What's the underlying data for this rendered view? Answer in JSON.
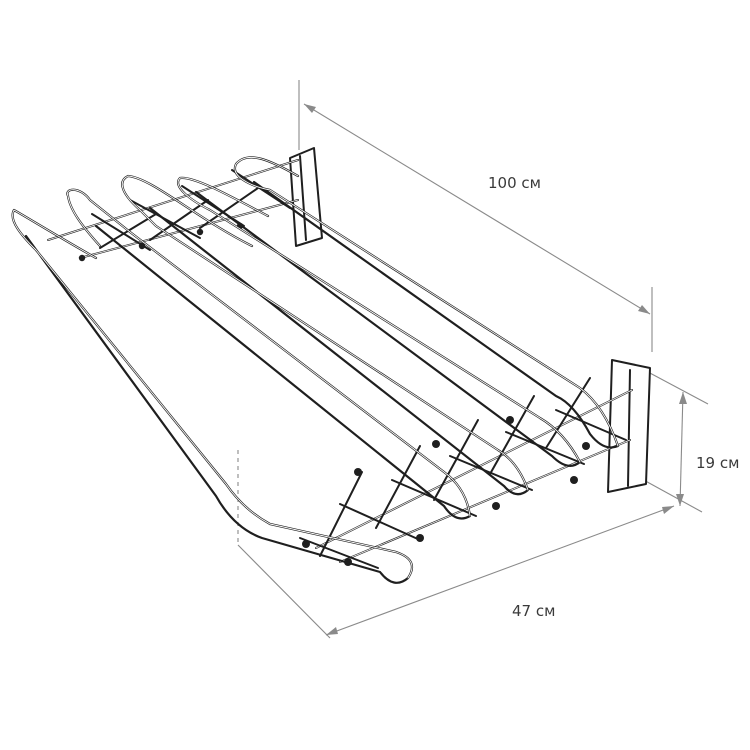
{
  "diagram": {
    "subject": "wall-mounted folding clothes drying rack",
    "dimensions": {
      "length": "100 см",
      "height": "19 см",
      "depth": "47 см"
    }
  }
}
